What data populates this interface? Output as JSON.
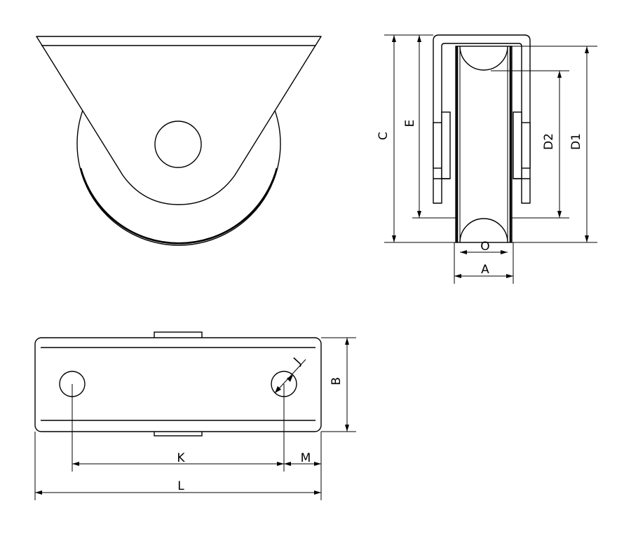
{
  "labels": {
    "C": "C",
    "E": "E",
    "D2": "D2",
    "D1": "D1",
    "O": "O",
    "A": "A",
    "B": "B",
    "J": "J",
    "K": "K",
    "M": "M",
    "L": "L"
  }
}
